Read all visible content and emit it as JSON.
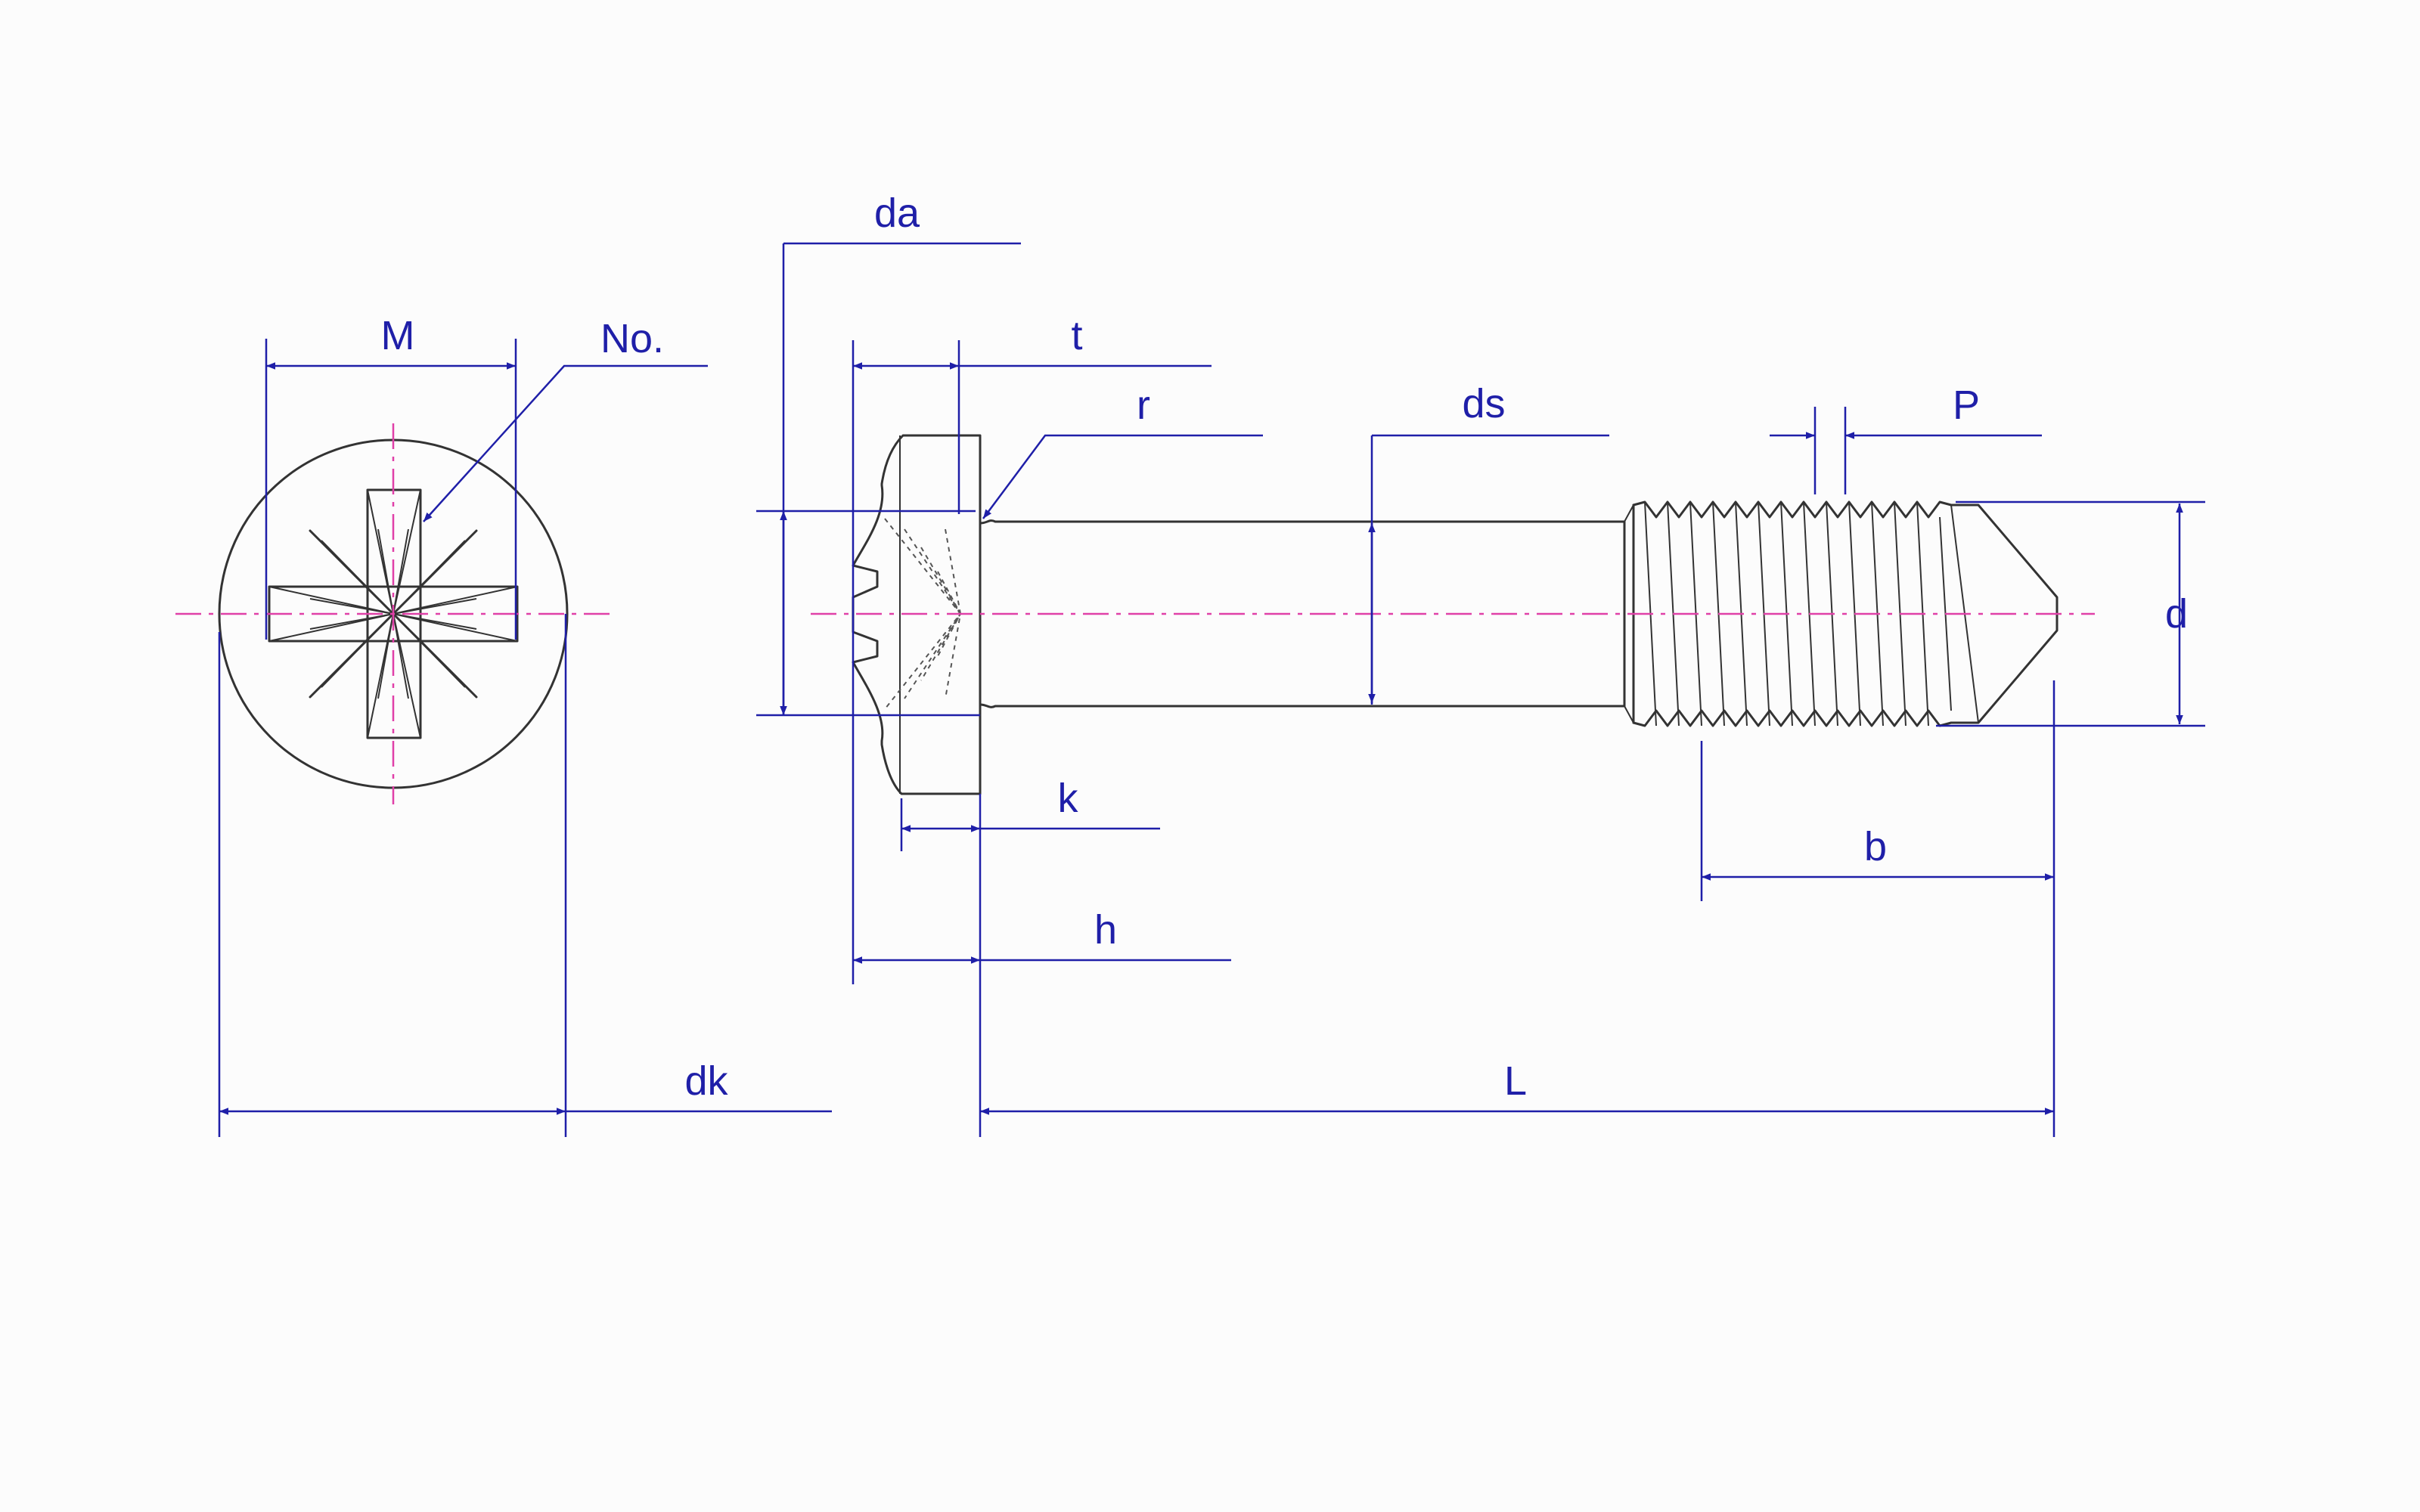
{
  "colors": {
    "background": "#fcfcfc",
    "object_line": "#333333",
    "dimension_line": "#1f1fa8",
    "center_line": "#e040a8"
  },
  "labels": {
    "M": "M",
    "No": "No.",
    "da": "da",
    "t": "t",
    "r": "r",
    "ds": "ds",
    "P": "P",
    "d": "d",
    "k": "k",
    "b": "b",
    "h": "h",
    "dk": "dk",
    "L": "L"
  }
}
